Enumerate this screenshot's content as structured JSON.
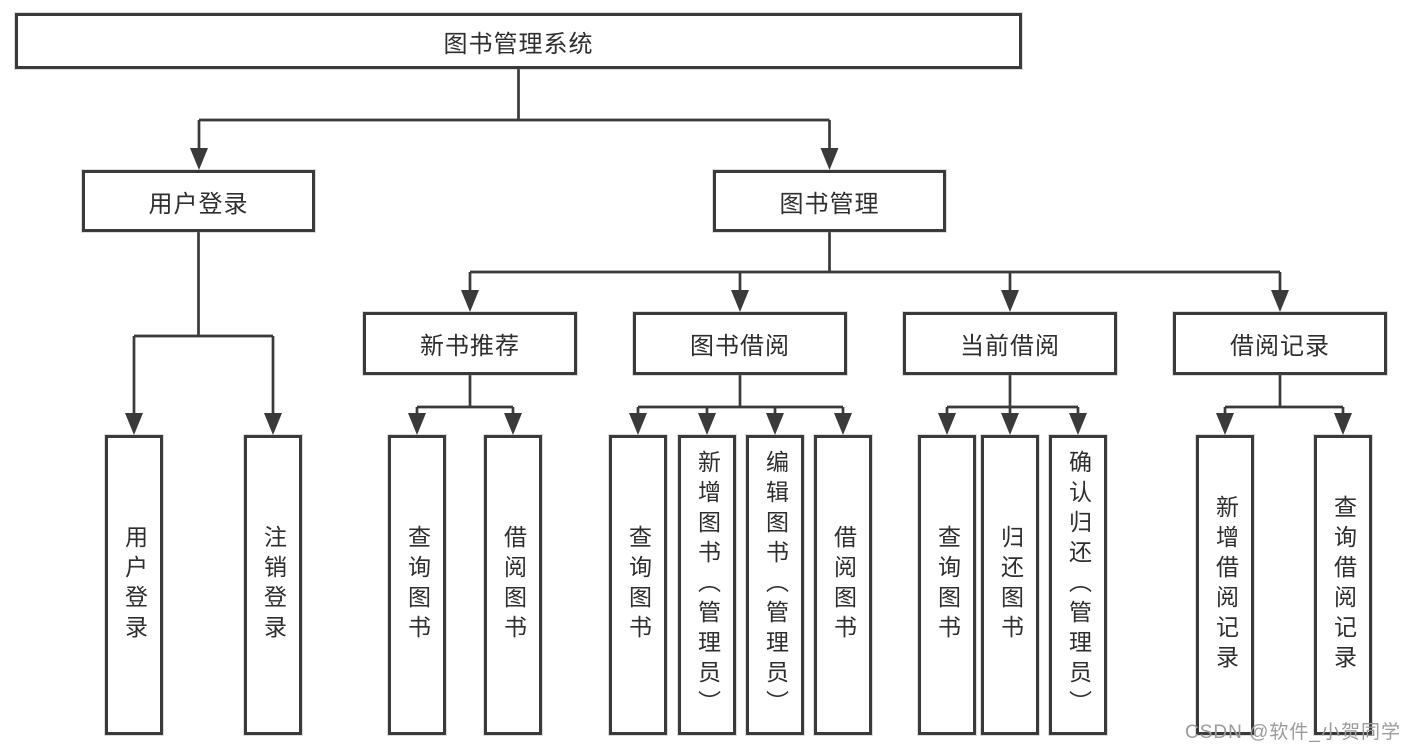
{
  "diagram": {
    "root": {
      "label": "图书管理系统"
    },
    "level2": [
      {
        "id": "user-login",
        "label": "用户登录"
      },
      {
        "id": "book-management",
        "label": "图书管理"
      }
    ],
    "level3": [
      {
        "id": "new-book-recommend",
        "label": "新书推荐",
        "parent": "图书管理"
      },
      {
        "id": "book-borrow",
        "label": "图书借阅",
        "parent": "图书管理"
      },
      {
        "id": "current-borrow",
        "label": "当前借阅",
        "parent": "图书管理"
      },
      {
        "id": "borrow-records",
        "label": "借阅记录",
        "parent": "图书管理"
      }
    ],
    "leaves": [
      {
        "label": "用户登录",
        "parent": "用户登录"
      },
      {
        "label": "注销登录",
        "parent": "用户登录"
      },
      {
        "label": "查询图书",
        "parent": "新书推荐"
      },
      {
        "label": "借阅图书",
        "parent": "新书推荐"
      },
      {
        "label": "查询图书",
        "parent": "图书借阅"
      },
      {
        "label": "新增图书（管理员）",
        "parent": "图书借阅"
      },
      {
        "label": "编辑图书（管理员）",
        "parent": "图书借阅"
      },
      {
        "label": "借阅图书",
        "parent": "图书借阅"
      },
      {
        "label": "查询图书",
        "parent": "当前借阅"
      },
      {
        "label": "归还图书",
        "parent": "当前借阅"
      },
      {
        "label": "确认归还（管理员）",
        "parent": "当前借阅"
      },
      {
        "label": "新增借阅记录",
        "parent": "借阅记录"
      },
      {
        "label": "查询借阅记录",
        "parent": "借阅记录"
      }
    ],
    "colors": {
      "line": "#3a3a3a",
      "text": "#2e2e2e",
      "background": "#ffffff"
    }
  },
  "watermark": {
    "text": "CSDN @软件_小贺同学"
  }
}
